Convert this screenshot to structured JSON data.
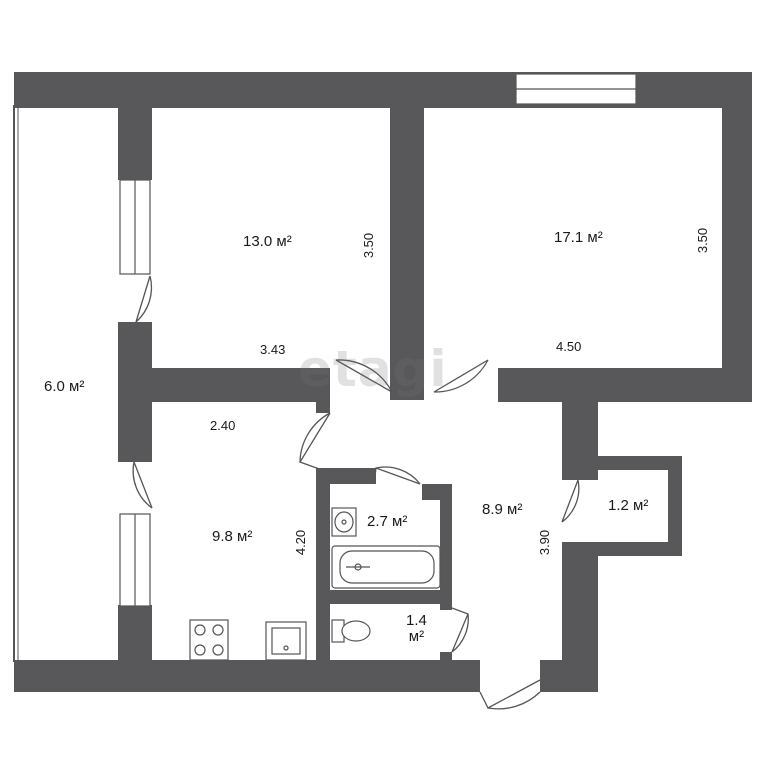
{
  "colors": {
    "wall": "#58585a",
    "floor": "#ffffff",
    "line": "#555555"
  },
  "watermark": "etagi",
  "rooms": [
    {
      "id": "loggia",
      "area": "6.0",
      "unit": "м²"
    },
    {
      "id": "bedroom-1",
      "area": "13.0",
      "unit": "м²",
      "width": "3.43",
      "depth": "3.50"
    },
    {
      "id": "living-room",
      "area": "17.1",
      "unit": "м²",
      "width": "4.50",
      "depth": "3.50"
    },
    {
      "id": "kitchen",
      "area": "9.8",
      "unit": "м²",
      "width": "2.40",
      "depth": "4.20"
    },
    {
      "id": "bathroom",
      "area": "2.7",
      "unit": "м²"
    },
    {
      "id": "hallway",
      "area": "8.9",
      "unit": "м²",
      "depth": "3.90"
    },
    {
      "id": "storage",
      "area": "1.2",
      "unit": "м²"
    },
    {
      "id": "toilet",
      "area": "1.4",
      "unit": "м²"
    }
  ],
  "icons": [
    "stove-icon",
    "sink-icon",
    "bathtub-icon",
    "washbasin-icon",
    "toilet-icon"
  ]
}
